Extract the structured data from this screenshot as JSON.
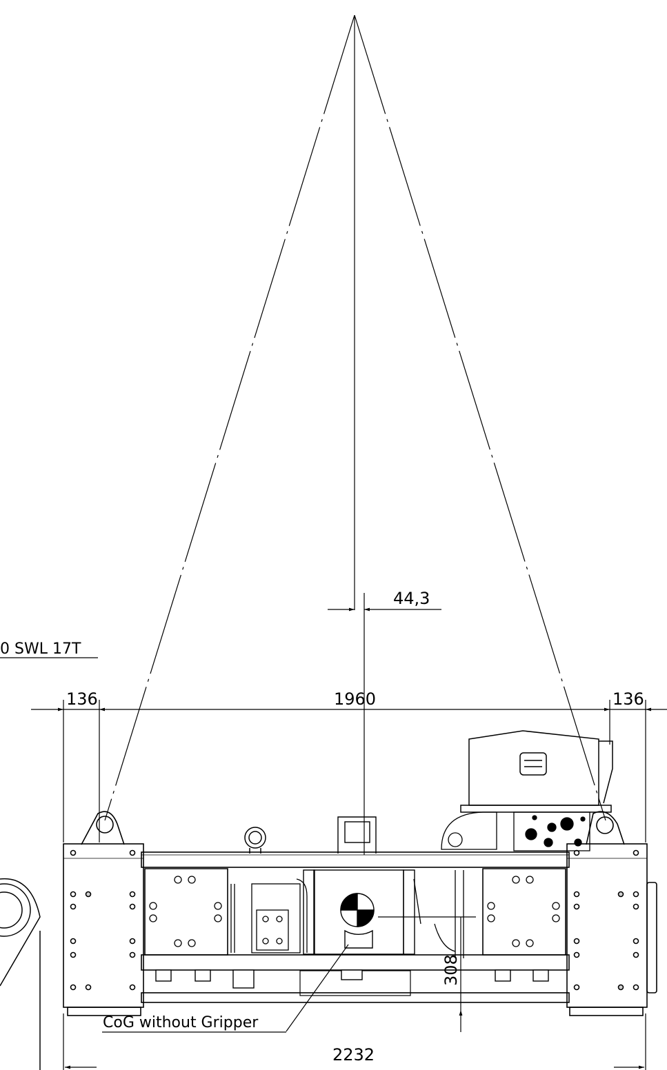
{
  "dimensions": {
    "left_offset": "136",
    "center_span": "1960",
    "right_offset": "136",
    "cog_offset": "44,3",
    "cog_height": "308",
    "overall_width": "2232"
  },
  "labels": {
    "swl": "0 SWL 17T",
    "cog": "CoG without Gripper"
  },
  "colors": {
    "line": "#000000",
    "paper": "#ffffff",
    "shade": "#cfcfcf"
  }
}
